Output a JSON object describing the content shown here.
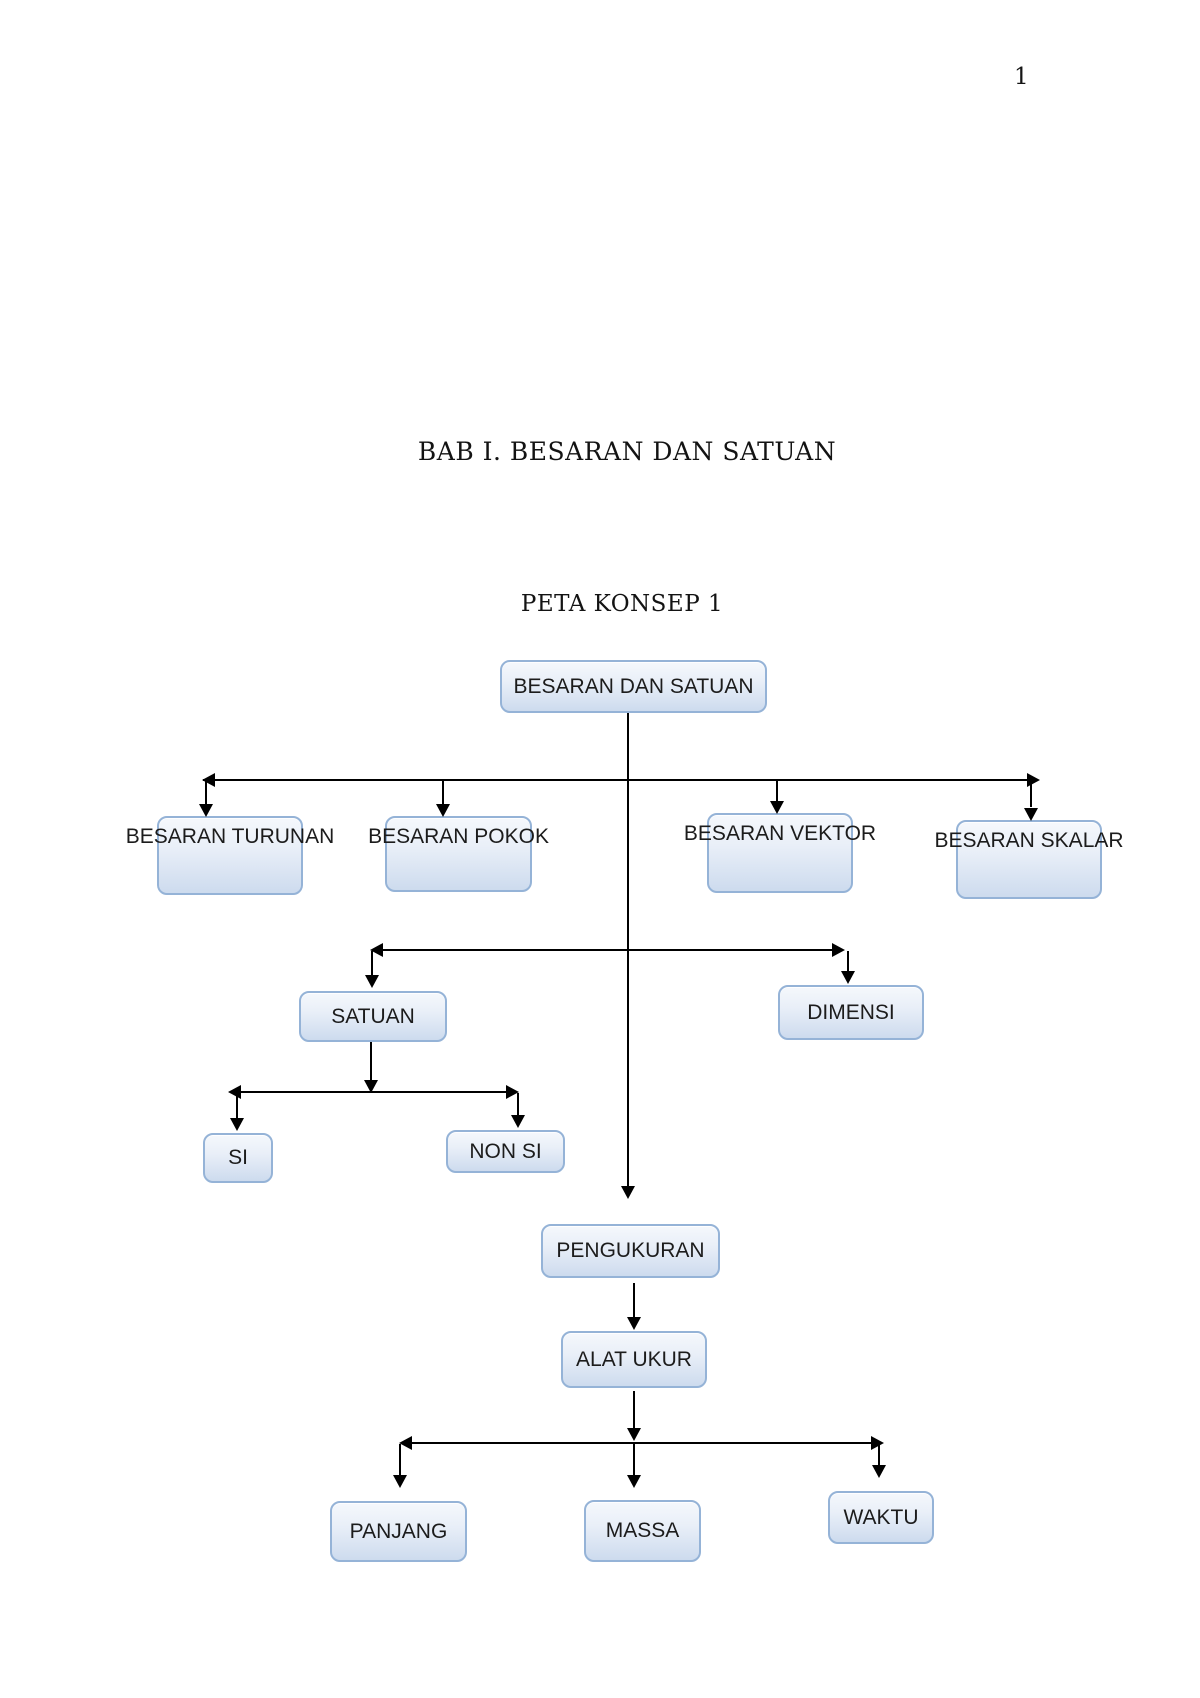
{
  "page": {
    "number": "1",
    "heading": "BAB I. BESARAN DAN SATUAN",
    "subheading": "PETA KONSEP 1"
  },
  "diagram": {
    "type": "concept-map",
    "nodes": {
      "besaran_dan_satuan": {
        "label": "BESARAN DAN SATUAN"
      },
      "besaran_turunan": {
        "label": "BESARAN TURUNAN"
      },
      "besaran_pokok": {
        "label": "BESARAN POKOK"
      },
      "besaran_vektor": {
        "label": "BESARAN VEKTOR"
      },
      "besaran_skalar": {
        "label": "BESARAN SKALAR"
      },
      "satuan": {
        "label": "SATUAN"
      },
      "dimensi": {
        "label": "DIMENSI"
      },
      "si": {
        "label": "SI"
      },
      "non_si": {
        "label": "NON SI"
      },
      "pengukuran": {
        "label": "PENGUKURAN"
      },
      "alat_ukur": {
        "label": "ALAT UKUR"
      },
      "panjang": {
        "label": "PANJANG"
      },
      "massa": {
        "label": "MASSA"
      },
      "waktu": {
        "label": "WAKTU"
      }
    },
    "edges": [
      {
        "from": "BESARAN DAN SATUAN",
        "to": "BESARAN TURUNAN"
      },
      {
        "from": "BESARAN DAN SATUAN",
        "to": "BESARAN POKOK"
      },
      {
        "from": "BESARAN DAN SATUAN",
        "to": "BESARAN VEKTOR"
      },
      {
        "from": "BESARAN DAN SATUAN",
        "to": "BESARAN SKALAR"
      },
      {
        "from": "BESARAN DAN SATUAN",
        "to": "SATUAN"
      },
      {
        "from": "BESARAN DAN SATUAN",
        "to": "DIMENSI"
      },
      {
        "from": "BESARAN DAN SATUAN",
        "to": "PENGUKURAN"
      },
      {
        "from": "SATUAN",
        "to": "SI"
      },
      {
        "from": "SATUAN",
        "to": "NON SI"
      },
      {
        "from": "PENGUKURAN",
        "to": "ALAT UKUR"
      },
      {
        "from": "ALAT UKUR",
        "to": "PANJANG"
      },
      {
        "from": "ALAT UKUR",
        "to": "MASSA"
      },
      {
        "from": "ALAT UKUR",
        "to": "WAKTU"
      }
    ],
    "colors": {
      "node_border": "#95b3d7",
      "node_fill_top": "#f5f8fc",
      "node_fill_bottom": "#cddbee",
      "connector": "#000000",
      "text": "#1c1c1c"
    }
  }
}
